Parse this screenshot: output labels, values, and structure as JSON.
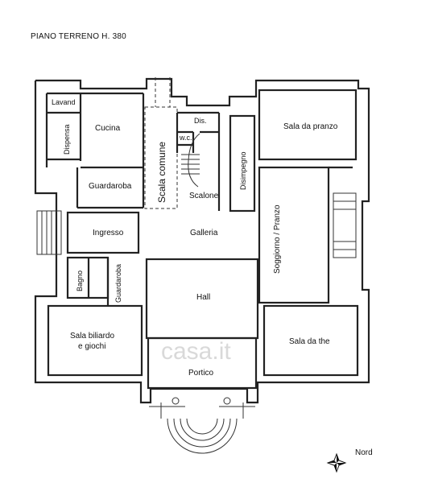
{
  "title": "PIANO TERRENO H. 380",
  "north_label": "Nord",
  "watermark": "casa.it",
  "rooms": {
    "lavand": "Lavand",
    "dispensa": "Dispensa",
    "cucina": "Cucina",
    "scala_comune": "Scala comune",
    "dis": "Dis.",
    "wc": "w.c.",
    "disimpegno": "Disimpegno",
    "sala_pranzo": "Sala da pranzo",
    "guardaroba_top": "Guardaroba",
    "scalone": "Scalone",
    "ingresso": "Ingresso",
    "galleria": "Galleria",
    "soggiorno": "Soggiorno / Pranzo",
    "bagno": "Bagno",
    "guardaroba_small": "Guardaroba",
    "hall": "Hall",
    "sala_biliardo_1": "Sala biliardo",
    "sala_biliardo_2": "e giochi",
    "sala_the": "Sala da the",
    "portico": "Portico"
  }
}
